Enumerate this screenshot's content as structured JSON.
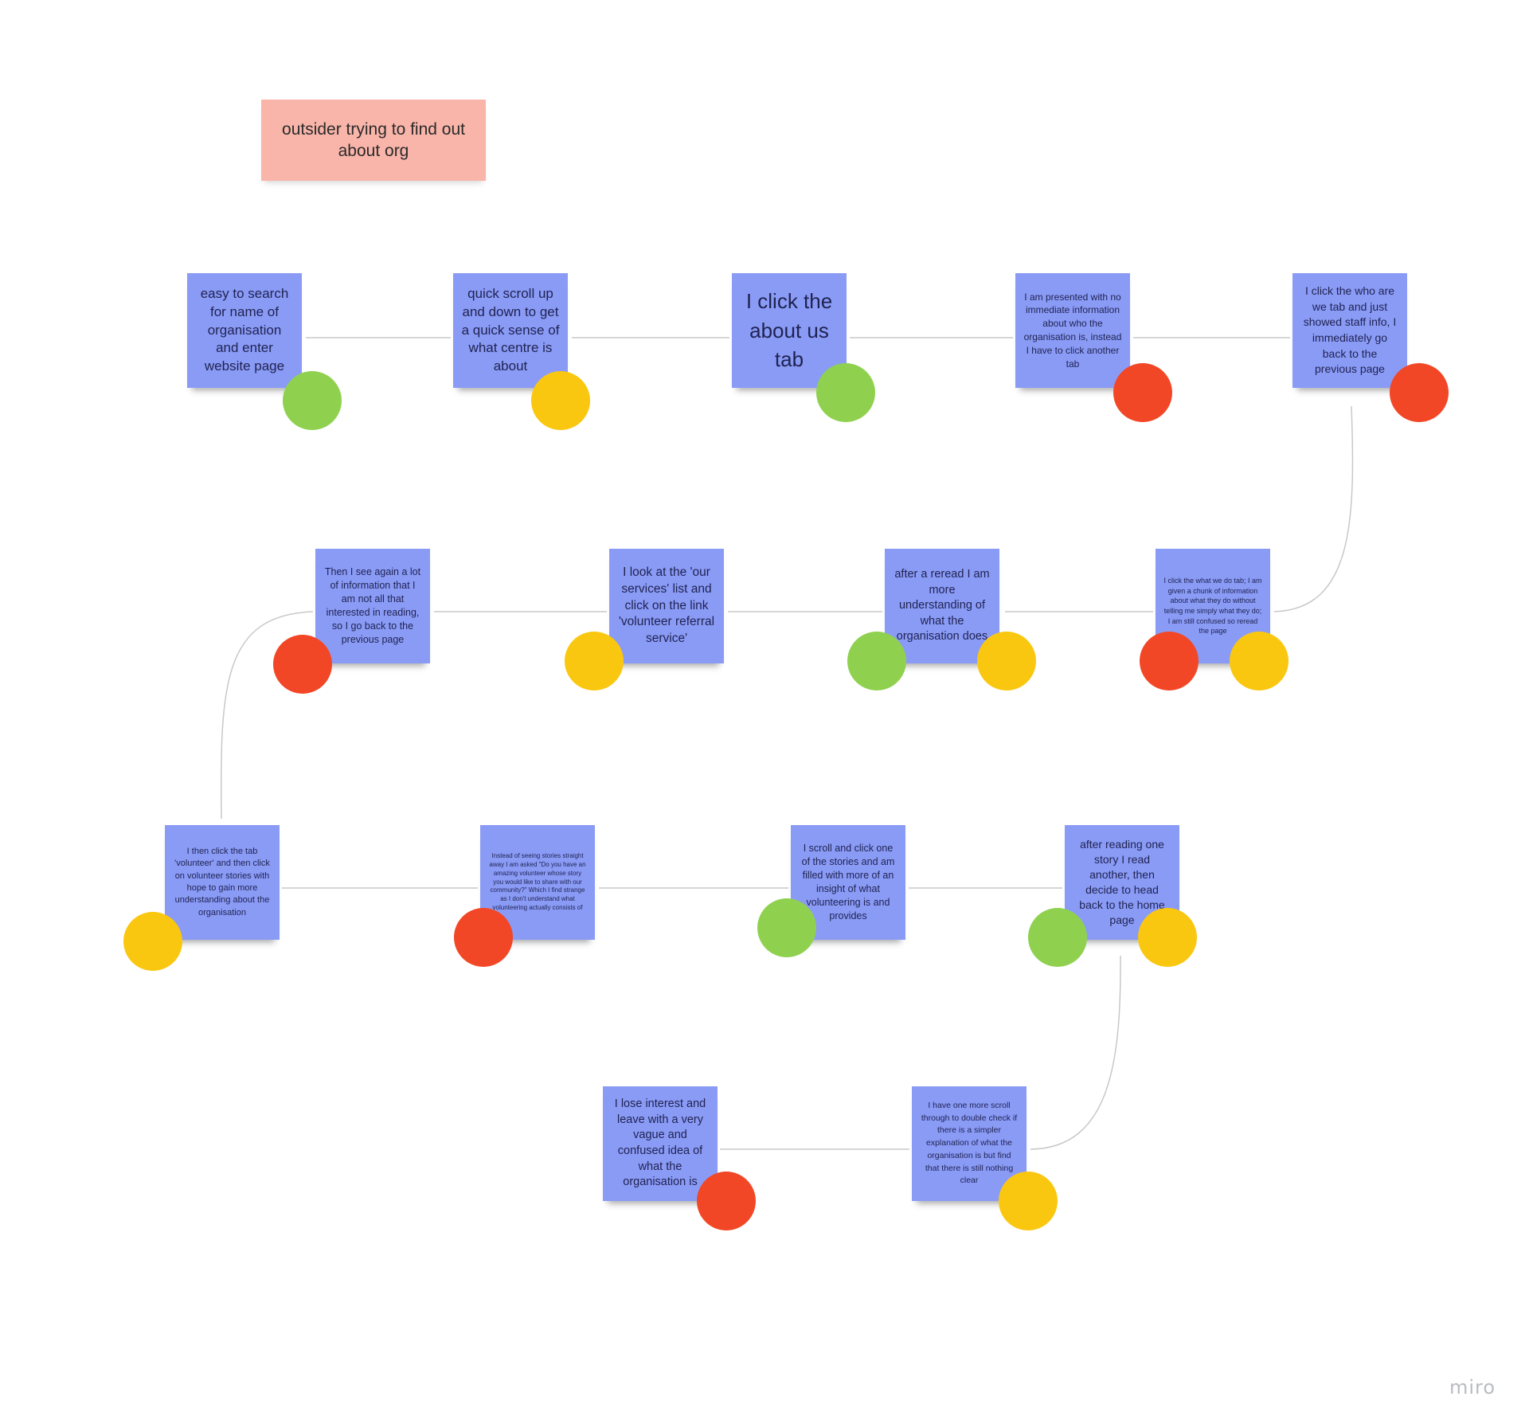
{
  "board": {
    "title": "outsider trying to find out about org",
    "brand": "miro"
  },
  "colors": {
    "sticky": "#8a9bf6",
    "title_sticky": "#f9b5aa",
    "green": "#8fd14f",
    "yellow": "#fac710",
    "red": "#f24726",
    "connector": "#c8c8c8"
  },
  "steps": [
    {
      "text": "easy to search for name of organisation and enter website page",
      "ratings": [
        "green"
      ]
    },
    {
      "text": "quick scroll up and down to get a quick sense of what centre is about",
      "ratings": [
        "yellow"
      ]
    },
    {
      "text": "I click the about us tab",
      "ratings": [
        "green"
      ]
    },
    {
      "text": "I am presented with no immediate information about who the organisation is, instead I have to click another tab",
      "ratings": [
        "red"
      ]
    },
    {
      "text": "I click the who are we tab and just showed staff info, I immediately go back to the previous page",
      "ratings": [
        "red"
      ]
    },
    {
      "text": "I click the what we do tab; I am given a chunk of information about what they do without telling me simply what they do; I am still confused so reread the page",
      "ratings": [
        "red",
        "yellow"
      ]
    },
    {
      "text": "after a reread I am more understanding of what the organisation does",
      "ratings": [
        "green",
        "yellow"
      ]
    },
    {
      "text": "I look at the 'our services' list and click on the link 'volunteer referral service'",
      "ratings": [
        "yellow"
      ]
    },
    {
      "text": "Then I see again a lot of information that I am not all that interested in reading, so I go back to the previous page",
      "ratings": [
        "red"
      ]
    },
    {
      "text": "I then click the tab 'volunteer' and then click on volunteer stories with hope to gain more understanding about the organisation",
      "ratings": [
        "yellow"
      ]
    },
    {
      "text": "Instead of seeing stories straight away I am asked \"Do you have an amazing volunteer whose story you would like to share with our community?\" Which I find strange as I don't understand what volunteering actually consists of",
      "ratings": [
        "red"
      ]
    },
    {
      "text": "I scroll and click one of the stories and am filled with more of an insight of what volunteering is and provides",
      "ratings": [
        "green"
      ]
    },
    {
      "text": "after reading one story I read another, then decide to head back to the home page",
      "ratings": [
        "green",
        "yellow"
      ]
    },
    {
      "text": "I have one more scroll through to double check if there is a simpler explanation of what the organisation is but find that there is still nothing clear",
      "ratings": [
        "yellow"
      ]
    },
    {
      "text": "I lose interest and leave with a very vague and confused idea of what the organisation is",
      "ratings": [
        "red"
      ]
    }
  ]
}
